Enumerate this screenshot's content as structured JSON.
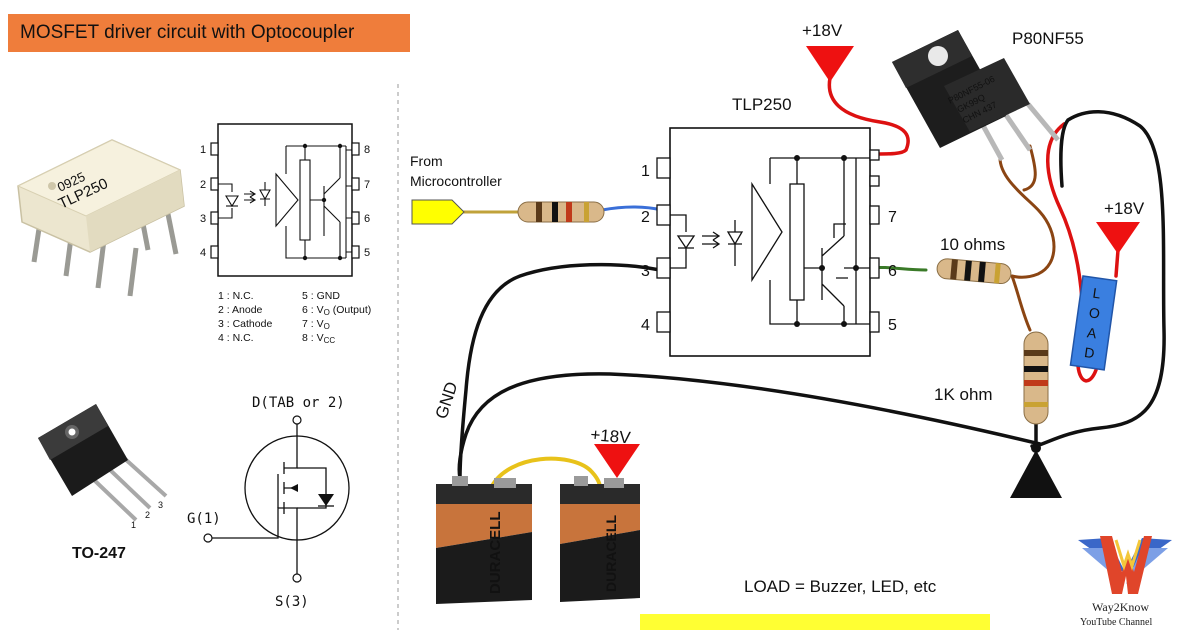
{
  "title": "MOSFET driver circuit with Optocoupler",
  "tlp250_chip_print": {
    "line1": "0925",
    "line2": "TLP250"
  },
  "pinout": {
    "pins_left": [
      "1",
      "2",
      "3",
      "4"
    ],
    "pins_right": [
      "8",
      "7",
      "6",
      "5"
    ],
    "legend_left": [
      "1 : N.C.",
      "2 : Anode",
      "3 : Cathode",
      "4 : N.C."
    ],
    "legend_right": [
      {
        "num": "5 : ",
        "text": "GND",
        "sub": "",
        "suffix": ""
      },
      {
        "num": "6 : ",
        "text": "V",
        "sub": "O",
        "suffix": " (Output)"
      },
      {
        "num": "7 : ",
        "text": "V",
        "sub": "O",
        "suffix": ""
      },
      {
        "num": "8 : ",
        "text": "V",
        "sub": "CC",
        "suffix": ""
      }
    ]
  },
  "to247": {
    "label": "TO-247",
    "pin_nums": [
      "1",
      "2",
      "3"
    ]
  },
  "mosfet_symbol": {
    "drain": "D(TAB or 2)",
    "gate": "G(1)",
    "source": "S(3)"
  },
  "circuit": {
    "from_line1": "From",
    "from_line2": "Microcontroller",
    "tlp250_label": "TLP250",
    "pins_left": [
      "1",
      "2",
      "3",
      "4"
    ],
    "pins_right": [
      "7",
      "6",
      "5"
    ],
    "supply_top": "+18V",
    "supply_load": "+18V",
    "supply_battery": "+18V",
    "mosfet_part": "P80NF55",
    "mosfet_print": [
      "P80NF55-06",
      "GK99Q",
      "CHN 437"
    ],
    "r_gate": "10 ohms",
    "r_pulldown": "1K ohm",
    "gnd": "GND",
    "load_letters": [
      "L",
      "O",
      "A",
      "D"
    ],
    "battery_print": "DURACELL",
    "load_note": "LOAD = Buzzer, LED, etc"
  },
  "logo": {
    "name": "Way2Know",
    "sub": "YouTube Channel"
  },
  "colors": {
    "banner": "#ef7d3b",
    "supply_arrow": "#ee1111",
    "wire_red": "#dd1111",
    "wire_black": "#111111",
    "wire_brown": "#8b4513",
    "wire_blue": "#3a6fd8",
    "wire_yellow": "#e8c21a",
    "input_flag": "#ffff00",
    "load_box": "#3a7fe0",
    "bottom_band": "#ffff33"
  }
}
